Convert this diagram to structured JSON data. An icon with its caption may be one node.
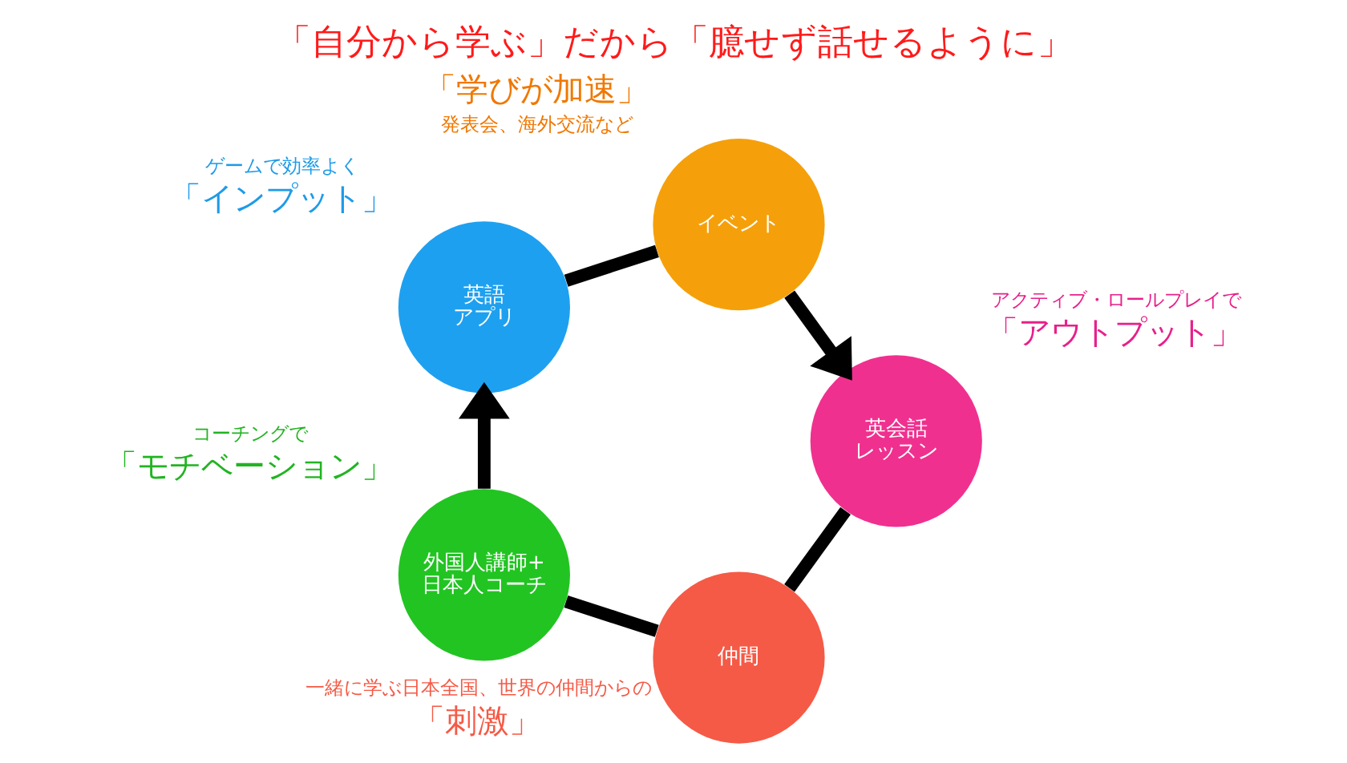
{
  "diagram": {
    "title": "「自分から学ぶ」だから「臆せず話せるように」",
    "nodes": [
      {
        "text": [
          "仲間"
        ],
        "beside": [
          "一緒に学ぶ日本全国、世界の仲間からの",
          "「刺激」"
        ]
      },
      {
        "text": [
          "外国人講師+日本人コーチ"
        ],
        "beside": [
          "コーチングで",
          "「モチベーション」"
        ]
      },
      {
        "text": [
          "英会話レッスン"
        ],
        "beside": [
          "アクティブ・ロールプレイで",
          "「アウトプット」"
        ]
      },
      {
        "text": [
          "英語アプリ"
        ],
        "beside": [
          "ゲームで効率よく",
          "「インプット」"
        ]
      },
      {
        "text": [
          "イベント"
        ],
        "beside": [
          "「学びが加速」",
          "発表会、海外交流など"
        ]
      }
    ],
    "edges": [
      {
        "from": 4,
        "to": 2,
        "arrow": "to"
      },
      {
        "from": 2,
        "to": 0,
        "arrow": "none"
      },
      {
        "from": 0,
        "to": 1,
        "arrow": "none"
      },
      {
        "from": 1,
        "to": 3,
        "arrow": "to"
      },
      {
        "from": 3,
        "to": 4,
        "arrow": "none"
      }
    ]
  }
}
